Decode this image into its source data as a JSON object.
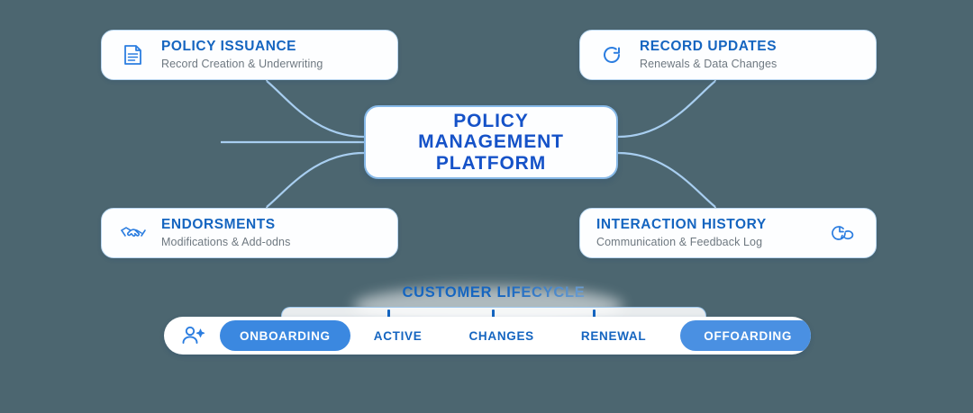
{
  "theme": {
    "background": "#4c6670",
    "accent_blue": "#1565c0",
    "hub_blue": "#1552c8",
    "pill_blue": "#3b88e0",
    "close_blue": "#1668cc",
    "subtitle_gray": "#6e7880",
    "card_border": "#bcd9f2"
  },
  "hub": {
    "title": "POLICY\nMANAGEMENT\nPLATFORM"
  },
  "cards": [
    {
      "id": "policy-issuance",
      "title": "POLICY ISSUANCE",
      "subtitle": "Record Creation & Underwriting",
      "icon": "document-icon",
      "icon_side": "left"
    },
    {
      "id": "record-updates",
      "title": "RECORD UPDATES",
      "subtitle": "Renewals & Data Changes",
      "icon": "refresh-circle-icon",
      "icon_side": "left"
    },
    {
      "id": "endorsements",
      "title": "ENDORSMENTS",
      "subtitle": "Modifications & Add-odns",
      "icon": "handshake-icon",
      "icon_side": "left"
    },
    {
      "id": "interaction-history",
      "title": "INTERACTION HISTORY",
      "subtitle": "Communication & Feedback Log",
      "icon": "clock-chat-icon",
      "icon_side": "right"
    }
  ],
  "lifecycle": {
    "title": "CUSTOMER LIFECYCLE",
    "user_icon": "add-user-icon",
    "close_icon": "close-icon",
    "stages": [
      {
        "label": "ONBOARDING",
        "style": "pill"
      },
      {
        "label": "ACTIVE",
        "style": "plain"
      },
      {
        "label": "CHANGES",
        "style": "plain"
      },
      {
        "label": "RENEWAL",
        "style": "plain"
      },
      {
        "label": "OFFOARDING",
        "style": "pill"
      }
    ]
  }
}
